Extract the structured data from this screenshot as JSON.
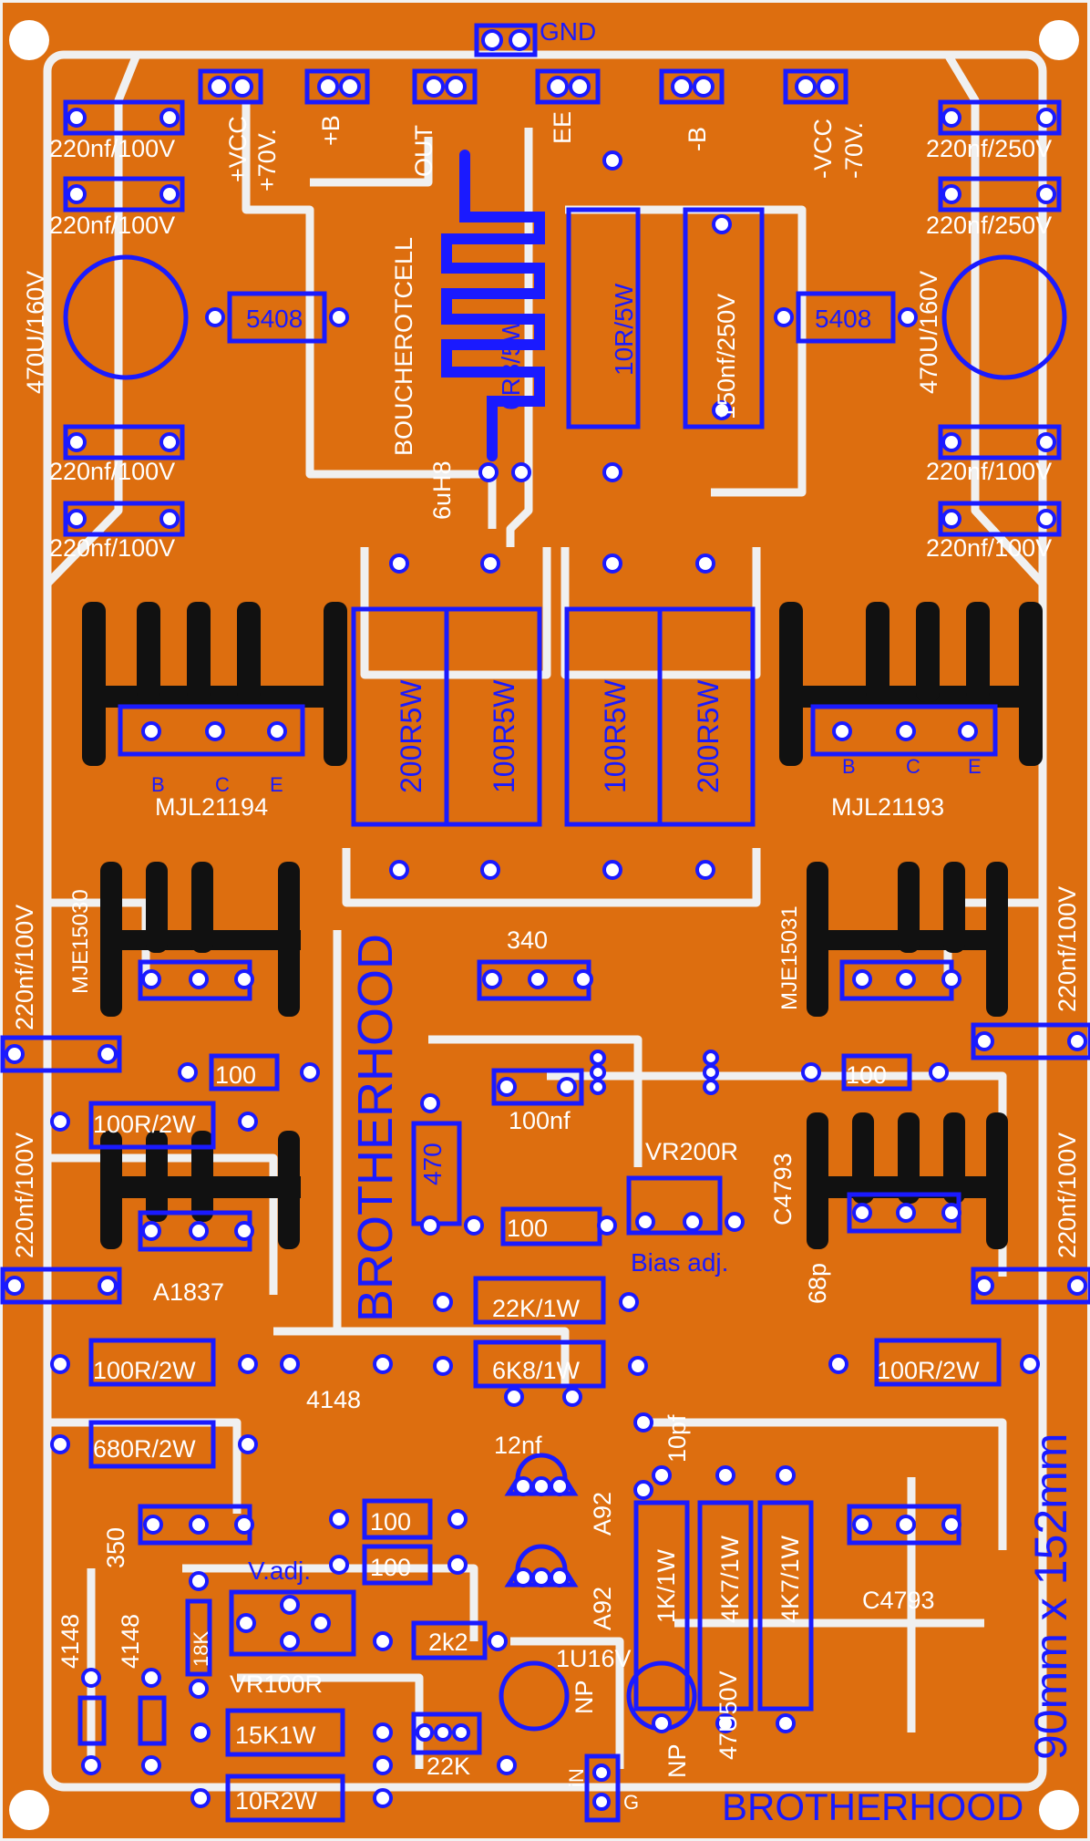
{
  "colors": {
    "board": "#dd6e0f",
    "trace": "#f0f0f0",
    "silk": "#1a1aff",
    "heatsink": "#111111",
    "pad": "#ffffff"
  },
  "header": {
    "gnd": "GND"
  },
  "rails": {
    "vcc": "+VCC",
    "vcc_v": "+70V.",
    "plus_b": "+B",
    "out": "OUT",
    "ee": "EE",
    "minus_b": "-B",
    "minus_vcc": "-VCC",
    "minus_vcc_v": "-70V."
  },
  "caps": {
    "c220_100": "220nf/100V",
    "c220_250": "220nf/250V",
    "c470": "470U/160V",
    "c150": "150nf/250V",
    "c100n": "100nf",
    "c12n": "12nf",
    "c10p": "10pf",
    "c68p": "68p",
    "c1u": "1U16V",
    "c47u": "47U50V",
    "np": "NP"
  },
  "diodes": {
    "d5408": "5408",
    "d4148": "4148"
  },
  "inductor": {
    "name": "BOUCHEROTCELL",
    "value": "6R8/5W",
    "ind": "6uH8"
  },
  "resistors": {
    "r10_5": "10R/5W",
    "r200": "200R5W",
    "r100_5": "100R5W",
    "r100": "100",
    "r100_2": "100R/2W",
    "r470": "470",
    "r22k1": "22K/1W",
    "r6k8": "6K8/1W",
    "r680": "680R/2W",
    "r1k": "1K/1W",
    "r4k7": "4K7/1W",
    "r2k2": "2k2",
    "r18k": "18K",
    "r15k": "15K1W",
    "r22k": "22K",
    "r10r2": "10R2W"
  },
  "transistors": {
    "mjl21194": "MJL21194",
    "mjl21193": "MJL21193",
    "mje15030": "MJE15030",
    "mje15031": "MJE15031",
    "q340": "340",
    "a1837": "A1837",
    "c4793": "C4793",
    "q350": "350",
    "a92": "A92",
    "pin_b": "B",
    "pin_c": "C",
    "pin_e": "E"
  },
  "pots": {
    "vr200": "VR200R",
    "bias": "Bias adj.",
    "vadj": "V.adj.",
    "vr100": "VR100R"
  },
  "input": {
    "in": "iN",
    "g": "G"
  },
  "branding": {
    "name": "BROTHERHOOD",
    "size": "90mm x 152mm"
  }
}
